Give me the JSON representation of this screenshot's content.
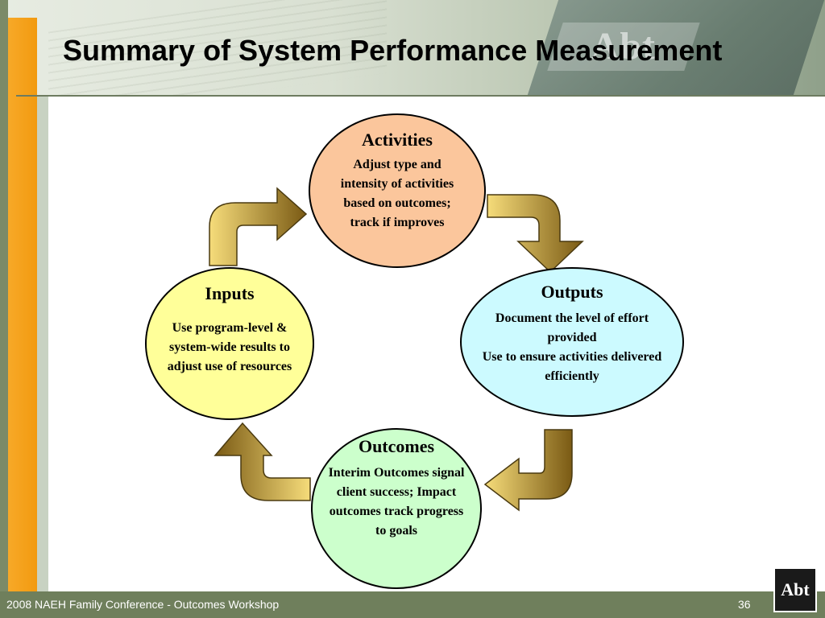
{
  "slide": {
    "title": "Summary of System Performance Measurement",
    "footer": "2008 NAEH Family Conference - Outcomes Workshop",
    "page_number": "36",
    "logo_text": "Abt"
  },
  "nodes": {
    "activities": {
      "title": "Activities",
      "text": "Adjust type and intensity of activities based on outcomes; track if improves"
    },
    "outputs": {
      "title": "Outputs",
      "text_line1": "Document the level of effort provided",
      "text_line2": "Use to ensure activities delivered efficiently"
    },
    "inputs": {
      "title": "Inputs",
      "text": "Use program-level & system-wide results to adjust use of resources"
    },
    "outcomes": {
      "title": "Outcomes",
      "text": "Interim Outcomes signal client success; Impact outcomes track progress to goals"
    }
  },
  "colors": {
    "activities": "#fbc69c",
    "outputs": "#ccfaff",
    "inputs": "#ffff99",
    "outcomes": "#ccffcc",
    "arrow_light": "#f6dc7a",
    "arrow_dark": "#7a5a14",
    "accent_orange": "#f29a10",
    "footer_green": "#6f7f5c"
  },
  "icons": [
    "curved-arrow-icon",
    "abt-logo"
  ]
}
